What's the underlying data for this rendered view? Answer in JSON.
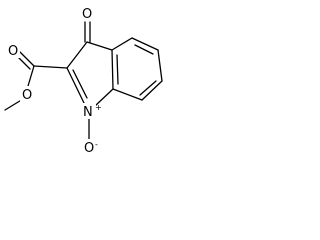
{
  "molecule": {
    "atoms": {
      "ketone_oxygen": "O",
      "ester_carbonyl_oxygen": "O",
      "ester_ether_oxygen": "O",
      "ring_nitrogen": "N",
      "n_oxide_oxygen": "O"
    },
    "charges": {
      "ring_nitrogen": "+",
      "n_oxide_oxygen": "-"
    },
    "colors": {
      "bond": "#000000",
      "background": "#ffffff"
    }
  }
}
